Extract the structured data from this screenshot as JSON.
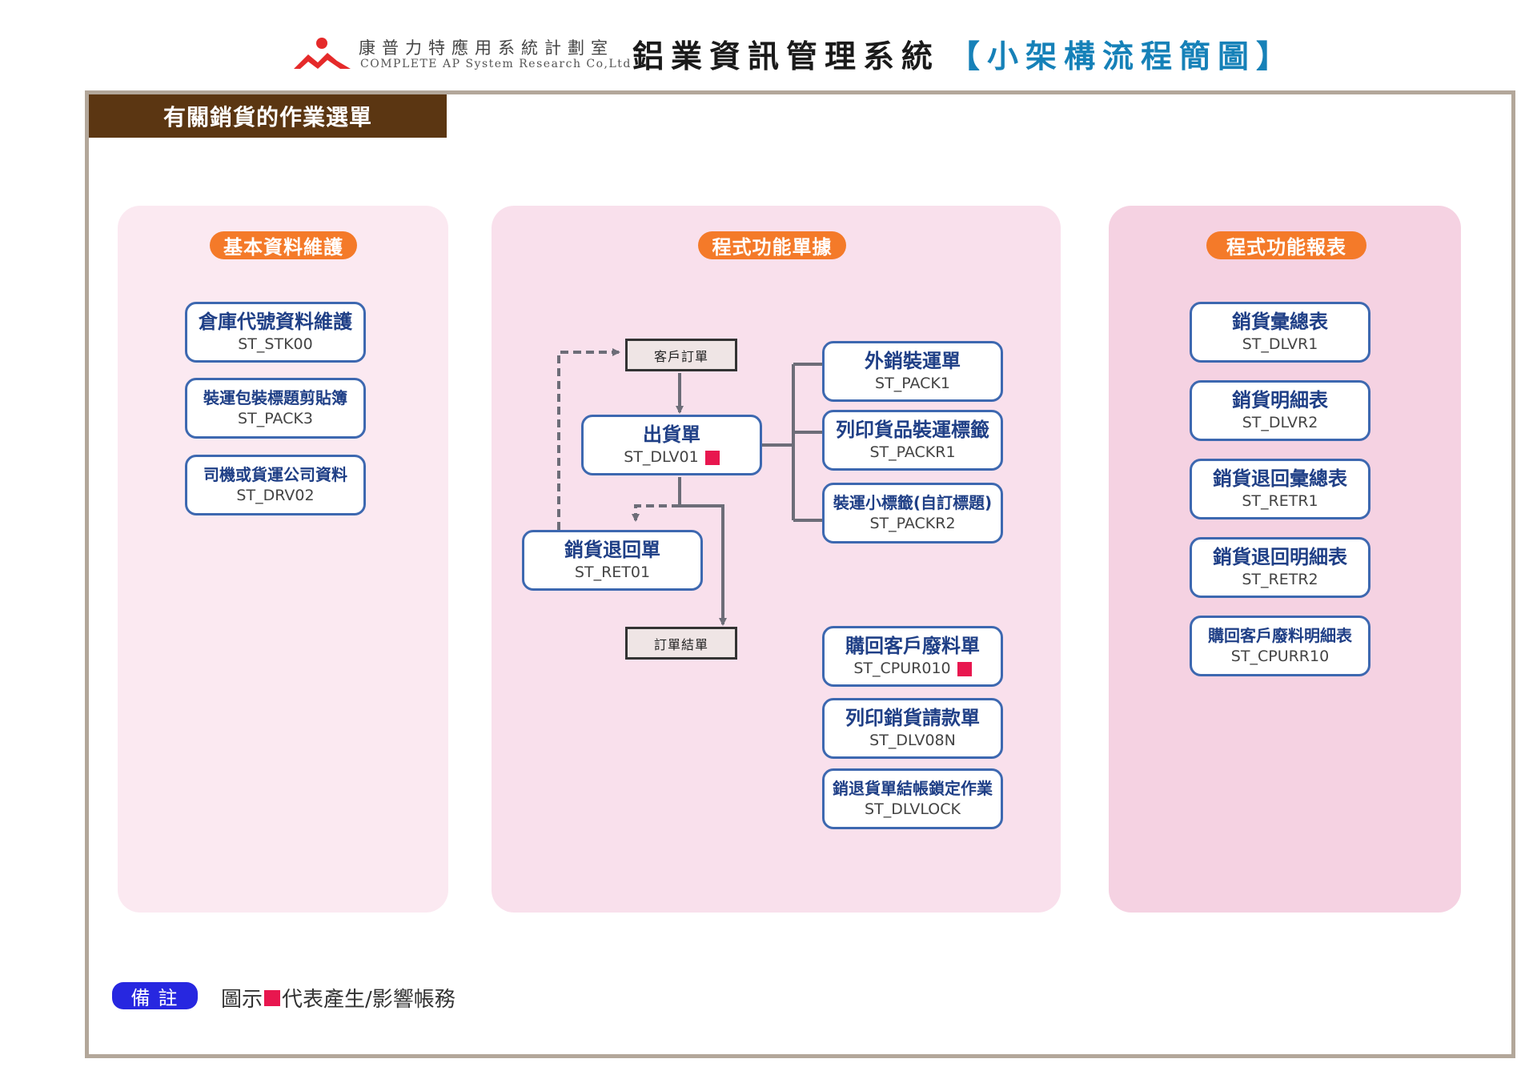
{
  "header": {
    "company_cn": "康普力特應用系統計劃室",
    "company_en": "COMPLETE AP System Research Co,Ltd",
    "system_title": "鋁業資訊管理系統",
    "system_subtitle": "【小架構流程簡圖】"
  },
  "menu_tab": "有關銷貨的作業選單",
  "panels": {
    "basic": {
      "title": "基本資料維護",
      "items": [
        {
          "name": "倉庫代號資料維護",
          "code": "ST_STK00"
        },
        {
          "name": "裝運包裝標題剪貼簿",
          "code": "ST_PACK3"
        },
        {
          "name": "司機或貨運公司資料",
          "code": "ST_DRV02"
        }
      ]
    },
    "functions": {
      "title": "程式功能單據",
      "docs": {
        "customer_order": "客戶訂單",
        "order_close": "訂單結單"
      },
      "delivery": {
        "name": "出貨單",
        "code": "ST_DLV01"
      },
      "sales_return": {
        "name": "銷貨退回單",
        "code": "ST_RET01"
      },
      "shipping": [
        {
          "name": "外銷裝運單",
          "code": "ST_PACK1"
        },
        {
          "name": "列印貨品裝運標籤",
          "code": "ST_PACKR1"
        },
        {
          "name": "裝運小標籤(自訂標題)",
          "code": "ST_PACKR2"
        }
      ],
      "others": [
        {
          "name": "購回客戶廢料單",
          "code": "ST_CPUR010"
        },
        {
          "name": "列印銷貨請款單",
          "code": "ST_DLV08N"
        },
        {
          "name": "銷退貨單結帳鎖定作業",
          "code": "ST_DLVLOCK"
        }
      ]
    },
    "reports": {
      "title": "程式功能報表",
      "items": [
        {
          "name": "銷貨彙總表",
          "code": "ST_DLVR1"
        },
        {
          "name": "銷貨明細表",
          "code": "ST_DLVR2"
        },
        {
          "name": "銷貨退回彙總表",
          "code": "ST_RETR1"
        },
        {
          "name": "銷貨退回明細表",
          "code": "ST_RETR2"
        },
        {
          "name": "購回客戶廢料明細表",
          "code": "ST_CPURR10"
        }
      ]
    }
  },
  "legend": {
    "badge": "備註",
    "text_before": "圖示",
    "text_after": "代表產生/影響帳務"
  },
  "colors": {
    "brand_red": "#e52a2a",
    "menu_tab_bg": "#5b3612",
    "accent_orange": "#f47a29",
    "box_border": "#3d68b0",
    "subtitle_blue": "#1681b8",
    "mark_red": "#e8174f",
    "legend_badge": "#2727e0"
  }
}
